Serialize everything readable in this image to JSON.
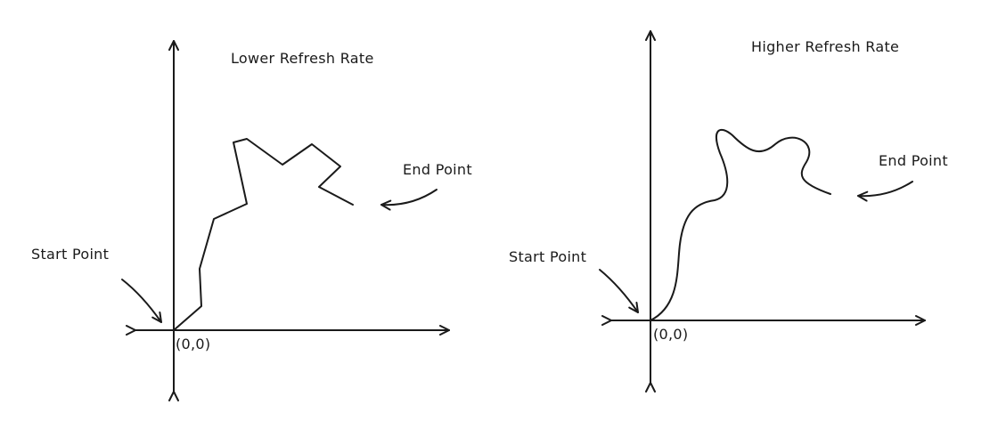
{
  "panels": [
    {
      "title": "Lower Refresh Rate",
      "start_label": "Start Point",
      "end_label": "End Point",
      "origin_label": "(0,0)"
    },
    {
      "title": "Higher Refresh Rate",
      "start_label": "Start Point",
      "end_label": "End Point",
      "origin_label": "(0,0)"
    }
  ]
}
